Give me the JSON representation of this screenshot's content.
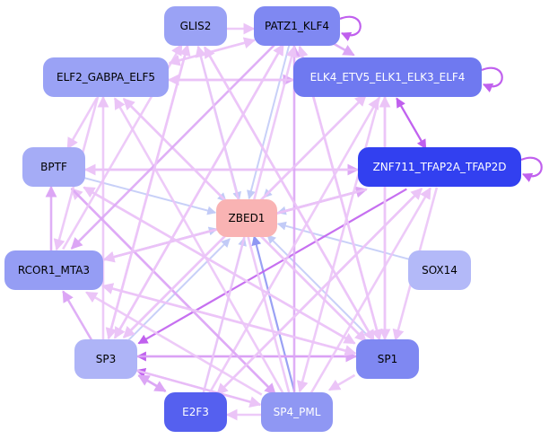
{
  "nodes": [
    {
      "id": "ZBED1",
      "label": "ZBED1",
      "color": "#f9b3b3",
      "text_color": "#000000"
    },
    {
      "id": "GLIS2",
      "label": "GLIS2",
      "color": "#9aa2f5",
      "text_color": "#000000"
    },
    {
      "id": "PATZ1_KLF4",
      "label": "PATZ1_KLF4",
      "color": "#7f88f2",
      "text_color": "#000000"
    },
    {
      "id": "ELF2_GABPA_ELF5",
      "label": "ELF2_GABPA_ELF5",
      "color": "#9aa2f5",
      "text_color": "#000000"
    },
    {
      "id": "ELK4_ETV5_ELK1_ELK3_ELF4",
      "label": "ELK4_ETV5_ELK1_ELK3_ELF4",
      "color": "#6f79f0",
      "text_color": "#ffffff"
    },
    {
      "id": "BPTF",
      "label": "BPTF",
      "color": "#a5acf6",
      "text_color": "#000000"
    },
    {
      "id": "ZNF711_TFAP2A_TFAP2D",
      "label": "ZNF711_TFAP2A_TFAP2D",
      "color": "#3240f0",
      "text_color": "#ffffff"
    },
    {
      "id": "RCOR1_MTA3",
      "label": "RCOR1_MTA3",
      "color": "#959df4",
      "text_color": "#000000"
    },
    {
      "id": "SOX14",
      "label": "SOX14",
      "color": "#b3b9f8",
      "text_color": "#000000"
    },
    {
      "id": "SP3",
      "label": "SP3",
      "color": "#aeb4f7",
      "text_color": "#000000"
    },
    {
      "id": "SP1",
      "label": "SP1",
      "color": "#7f88f2",
      "text_color": "#000000"
    },
    {
      "id": "E2F3",
      "label": "E2F3",
      "color": "#5560ef",
      "text_color": "#ffffff"
    },
    {
      "id": "SP4_PML",
      "label": "SP4_PML",
      "color": "#8f97f3",
      "text_color": "#ffffff"
    }
  ],
  "edge_colors": {
    "light_pink": "#ebc4f7",
    "pink": "#dca6f5",
    "violet": "#c060ee",
    "light_blue": "#c2cbf7",
    "blue": "#8f97f3"
  },
  "edges": [
    {
      "from": "GLIS2",
      "to": "ZBED1",
      "color": "light_blue"
    },
    {
      "from": "PATZ1_KLF4",
      "to": "ZBED1",
      "color": "light_blue"
    },
    {
      "from": "ELF2_GABPA_ELF5",
      "to": "ZBED1",
      "color": "light_blue"
    },
    {
      "from": "ELK4_ETV5_ELK1_ELK3_ELF4",
      "to": "ZBED1",
      "color": "light_blue"
    },
    {
      "from": "BPTF",
      "to": "ZBED1",
      "color": "light_blue"
    },
    {
      "from": "ZNF711_TFAP2A_TFAP2D",
      "to": "ZBED1",
      "color": "light_blue"
    },
    {
      "from": "RCOR1_MTA3",
      "to": "ZBED1",
      "color": "light_blue"
    },
    {
      "from": "SOX14",
      "to": "ZBED1",
      "color": "light_blue"
    },
    {
      "from": "SP3",
      "to": "ZBED1",
      "color": "light_blue"
    },
    {
      "from": "SP1",
      "to": "ZBED1",
      "color": "light_blue"
    },
    {
      "from": "SP4_PML",
      "to": "ZBED1",
      "color": "blue"
    },
    {
      "from": "E2F3",
      "to": "ZBED1",
      "color": "light_blue"
    },
    {
      "from": "ELF2_GABPA_ELF5",
      "to": "PATZ1_KLF4",
      "color": "light_pink"
    },
    {
      "from": "PATZ1_KLF4",
      "to": "ELF2_GABPA_ELF5",
      "color": "light_pink"
    },
    {
      "from": "ELF2_GABPA_ELF5",
      "to": "ELK4_ETV5_ELK1_ELK3_ELF4",
      "color": "pink"
    },
    {
      "from": "ELK4_ETV5_ELK1_ELK3_ELF4",
      "to": "ELF2_GABPA_ELF5",
      "color": "light_pink"
    },
    {
      "from": "PATZ1_KLF4",
      "to": "ELK4_ETV5_ELK1_ELK3_ELF4",
      "color": "pink"
    },
    {
      "from": "GLIS2",
      "to": "PATZ1_KLF4",
      "color": "light_pink"
    },
    {
      "from": "BPTF",
      "to": "ZNF711_TFAP2A_TFAP2D",
      "color": "pink"
    },
    {
      "from": "ZNF711_TFAP2A_TFAP2D",
      "to": "BPTF",
      "color": "light_pink"
    },
    {
      "from": "ELK4_ETV5_ELK1_ELK3_ELF4",
      "to": "ZNF711_TFAP2A_TFAP2D",
      "color": "violet"
    },
    {
      "from": "ZNF711_TFAP2A_TFAP2D",
      "to": "ELK4_ETV5_ELK1_ELK3_ELF4",
      "color": "violet"
    },
    {
      "from": "ZNF711_TFAP2A_TFAP2D",
      "to": "SP3",
      "color": "violet"
    },
    {
      "from": "SP1",
      "to": "SP3",
      "color": "violet"
    },
    {
      "from": "SP3",
      "to": "SP1",
      "color": "pink"
    },
    {
      "from": "SP4_PML",
      "to": "SP3",
      "color": "violet"
    },
    {
      "from": "SP4_PML",
      "to": "E2F3",
      "color": "light_pink"
    },
    {
      "from": "E2F3",
      "to": "SP3",
      "color": "pink"
    },
    {
      "from": "SP3",
      "to": "RCOR1_MTA3",
      "color": "pink"
    },
    {
      "from": "RCOR1_MTA3",
      "to": "BPTF",
      "color": "pink"
    },
    {
      "from": "SP1",
      "to": "RCOR1_MTA3",
      "color": "light_pink"
    },
    {
      "from": "RCOR1_MTA3",
      "to": "ZNF711_TFAP2A_TFAP2D",
      "color": "pink"
    },
    {
      "from": "SP1",
      "to": "BPTF",
      "color": "light_pink"
    },
    {
      "from": "SP1",
      "to": "ELF2_GABPA_ELF5",
      "color": "light_pink"
    },
    {
      "from": "SP1",
      "to": "GLIS2",
      "color": "light_pink"
    },
    {
      "from": "SP1",
      "to": "PATZ1_KLF4",
      "color": "light_pink"
    },
    {
      "from": "SP3",
      "to": "ELK4_ETV5_ELK1_ELK3_ELF4",
      "color": "light_pink"
    },
    {
      "from": "SP3",
      "to": "PATZ1_KLF4",
      "color": "light_pink"
    },
    {
      "from": "SP3",
      "to": "ELF2_GABPA_ELF5",
      "color": "light_pink"
    },
    {
      "from": "SP4_PML",
      "to": "ELF2_GABPA_ELF5",
      "color": "light_pink"
    },
    {
      "from": "SP4_PML",
      "to": "PATZ1_KLF4",
      "color": "pink"
    },
    {
      "from": "SP4_PML",
      "to": "ZNF711_TFAP2A_TFAP2D",
      "color": "light_pink"
    },
    {
      "from": "SP4_PML",
      "to": "BPTF",
      "color": "light_pink"
    },
    {
      "from": "SP4_PML",
      "to": "RCOR1_MTA3",
      "color": "light_pink"
    },
    {
      "from": "E2F3",
      "to": "PATZ1_KLF4",
      "color": "light_pink"
    },
    {
      "from": "E2F3",
      "to": "ELK4_ETV5_ELK1_ELK3_ELF4",
      "color": "light_pink"
    },
    {
      "from": "E2F3",
      "to": "ZNF711_TFAP2A_TFAP2D",
      "color": "light_pink"
    },
    {
      "from": "BPTF",
      "to": "SP1",
      "color": "light_pink"
    },
    {
      "from": "BPTF",
      "to": "SP4_PML",
      "color": "pink"
    },
    {
      "from": "ELF2_GABPA_ELF5",
      "to": "SP1",
      "color": "light_pink"
    },
    {
      "from": "ELF2_GABPA_ELF5",
      "to": "BPTF",
      "color": "light_pink"
    },
    {
      "from": "ELF2_GABPA_ELF5",
      "to": "RCOR1_MTA3",
      "color": "light_pink"
    },
    {
      "from": "ELK4_ETV5_ELK1_ELK3_ELF4",
      "to": "SP1",
      "color": "light_pink"
    },
    {
      "from": "ELK4_ETV5_ELK1_ELK3_ELF4",
      "to": "SP4_PML",
      "color": "light_pink"
    },
    {
      "from": "ELK4_ETV5_ELK1_ELK3_ELF4",
      "to": "SP3",
      "color": "light_pink"
    },
    {
      "from": "PATZ1_KLF4",
      "to": "SP3",
      "color": "light_pink"
    },
    {
      "from": "PATZ1_KLF4",
      "to": "RCOR1_MTA3",
      "color": "pink"
    },
    {
      "from": "PATZ1_KLF4",
      "to": "SP1",
      "color": "light_pink"
    },
    {
      "from": "GLIS2",
      "to": "SP3",
      "color": "light_pink"
    },
    {
      "from": "GLIS2",
      "to": "SP1",
      "color": "light_pink"
    },
    {
      "from": "ZNF711_TFAP2A_TFAP2D",
      "to": "SP1",
      "color": "light_pink"
    },
    {
      "from": "ZNF711_TFAP2A_TFAP2D",
      "to": "RCOR1_MTA3",
      "color": "light_pink"
    },
    {
      "from": "ZNF711_TFAP2A_TFAP2D",
      "to": "E2F3",
      "color": "light_pink"
    },
    {
      "from": "RCOR1_MTA3",
      "to": "SP1",
      "color": "light_pink"
    },
    {
      "from": "RCOR1_MTA3",
      "to": "GLIS2",
      "color": "light_pink"
    },
    {
      "from": "SP3",
      "to": "E2F3",
      "color": "pink"
    },
    {
      "from": "SP3",
      "to": "SP4_PML",
      "color": "light_pink"
    },
    {
      "from": "SP1",
      "to": "SP4_PML",
      "color": "light_pink"
    },
    {
      "from": "SP1",
      "to": "ELK4_ETV5_ELK1_ELK3_ELF4",
      "color": "light_pink"
    },
    {
      "from": "SP4_PML",
      "to": "GLIS2",
      "color": "light_pink"
    },
    {
      "from": "SP3",
      "to": "GLIS2",
      "color": "light_pink"
    }
  ],
  "self_loops": [
    {
      "node": "PATZ1_KLF4",
      "color": "violet"
    },
    {
      "node": "ELK4_ETV5_ELK1_ELK3_ELF4",
      "color": "violet"
    },
    {
      "node": "ZNF711_TFAP2A_TFAP2D",
      "color": "violet"
    }
  ]
}
